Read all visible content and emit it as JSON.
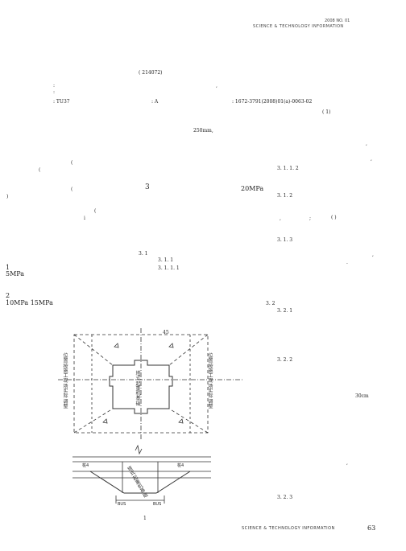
{
  "header": {
    "issue": "2008   NO. 01",
    "journal": "SCIENCE  &  TECHNOLOGY  INFORMATION"
  },
  "author_block": {
    "postal_code": "(                                                                  214072)"
  },
  "meta": {
    "classification": ": TU37",
    "doc_code": ": A",
    "article_no": ": 1672-3791(2008)01(a)-0063-02"
  },
  "left_column": {
    "fragments": [
      {
        "text": "(",
        "cls": "s6"
      },
      {
        "text": "3",
        "cls": "s9"
      },
      {
        "text": "20MPa",
        "cls": "s8"
      },
      {
        "text": ")",
        "cls": "s6"
      },
      {
        "text": "(",
        "cls": "s6"
      },
      {
        "text": "45",
        "cls": "s6"
      }
    ],
    "thickness": "250mm,",
    "sec_3_1": "3. 1",
    "sec_3_1_1": "3. 1. 1",
    "sec_3_1_1_1": "3. 1. 1. 1",
    "item_1_num": "1",
    "item_1_val": "5MPa",
    "item_2_num": "2",
    "item_2_val": "10MPa     15MPa",
    "figure_caption": "1"
  },
  "right_column": {
    "ref": "(     1)",
    "sec_3_1_1_2": "3. 1. 1. 2",
    "sec_3_1_2": "3. 1. 2",
    "bracket": "( )",
    "sec_3_1_3": "3. 1. 3",
    "sec_3_2": "3. 2",
    "sec_3_2_1": "3. 2. 1",
    "sec_3_2_2": "3. 2. 2",
    "depth": "30cm",
    "sec_3_2_3": "3. 2. 3"
  },
  "footer": {
    "journal": "SCIENCE  &  TECHNOLOGY  INFORMATION",
    "page": "63"
  },
  "figure": {
    "label_left": "位置按施工现场实际调整",
    "label_right": "位置按施工现场实际调整",
    "label_center": "塔式起重机基础",
    "label_section": "塔式起重机基础",
    "pile_label_left": "桩4",
    "pile_label_right": "桩4",
    "dim_left": "BUS",
    "dim_right": "BUS"
  }
}
